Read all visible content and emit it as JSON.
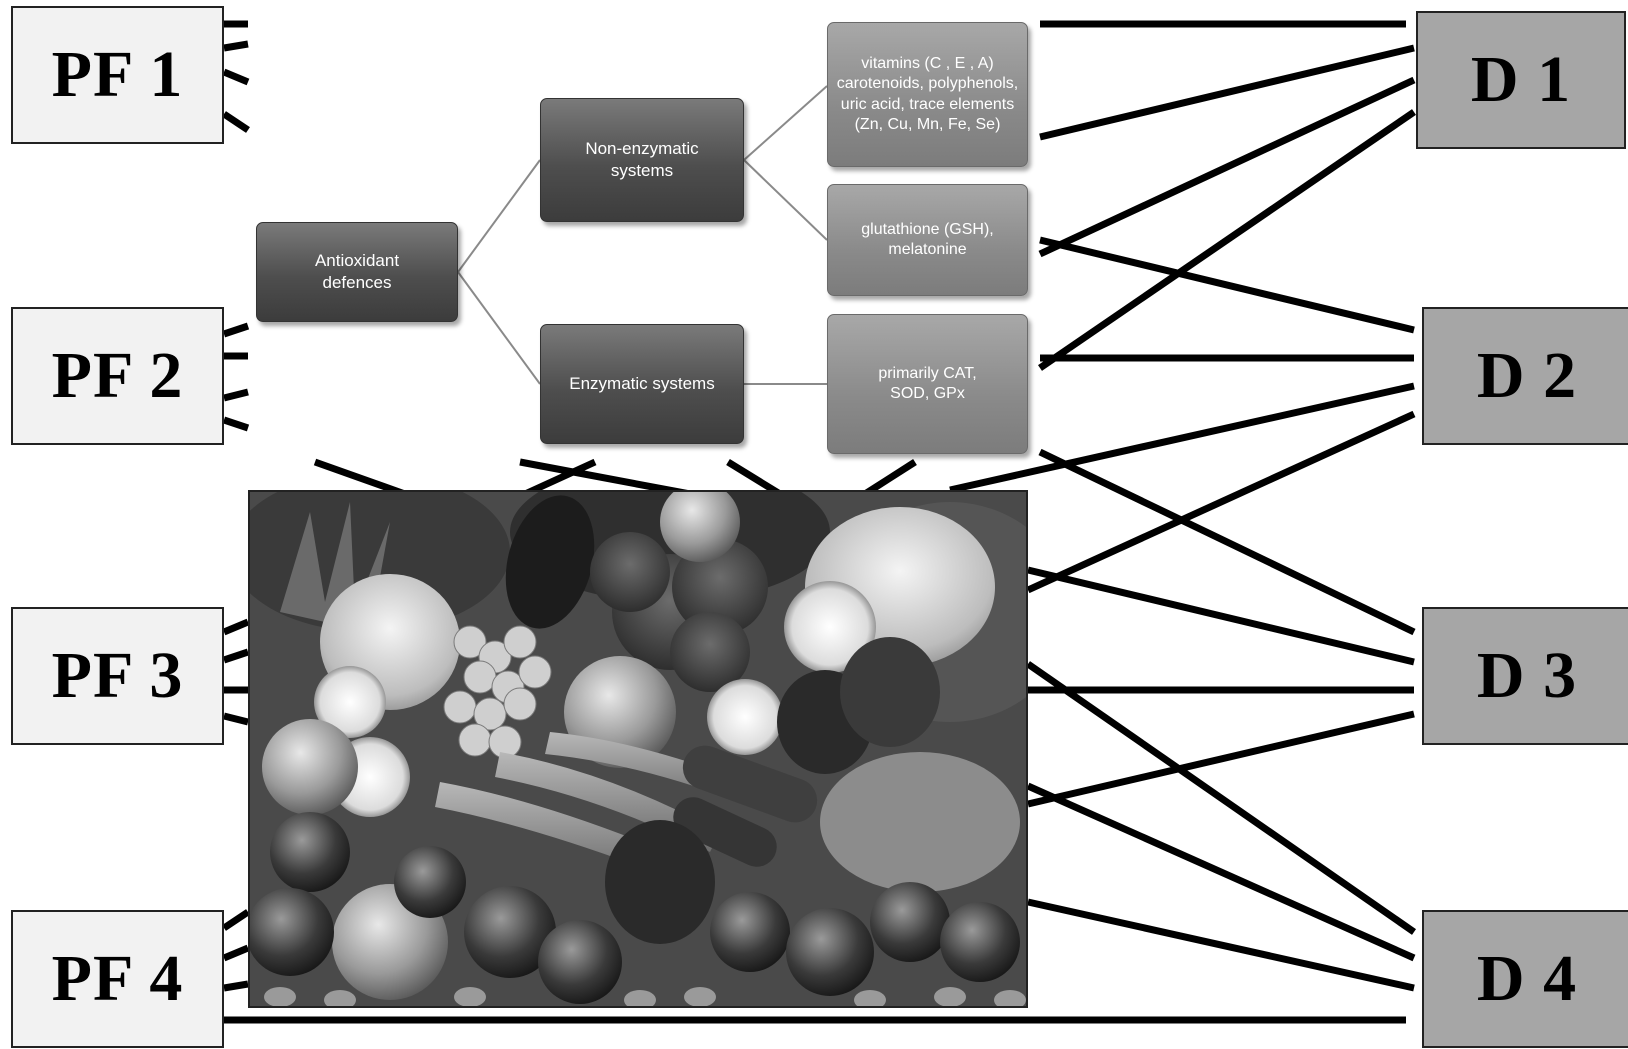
{
  "protective_factors": [
    {
      "id": "pf1",
      "label": "PF 1"
    },
    {
      "id": "pf2",
      "label": "PF 2"
    },
    {
      "id": "pf3",
      "label": "PF 3"
    },
    {
      "id": "pf4",
      "label": "PF 4"
    }
  ],
  "diseases": [
    {
      "id": "d1",
      "label": "D 1"
    },
    {
      "id": "d2",
      "label": "D 2"
    },
    {
      "id": "d3",
      "label": "D 3"
    },
    {
      "id": "d4",
      "label": "D 4"
    }
  ],
  "antioxidant_tree": {
    "root": "Antioxidant defences",
    "non_enzymatic": "Non-enzymatic systems",
    "enzymatic": "Enzymatic systems",
    "vitamins": "vitamins (C , E , A) carotenoids, polyphenols, uric acid, trace elements (Zn, Cu, Mn, Fe, Se)",
    "glutathione": "glutathione (GSH), melatonine",
    "primarily": "primarily CAT, SOD, GPx"
  },
  "colors": {
    "pf_fill": "#f2f2f2",
    "d_fill": "#a6a6a6",
    "node_dark": "#4e4e4e",
    "node_light": "#8a8a8a",
    "line": "#000000"
  }
}
